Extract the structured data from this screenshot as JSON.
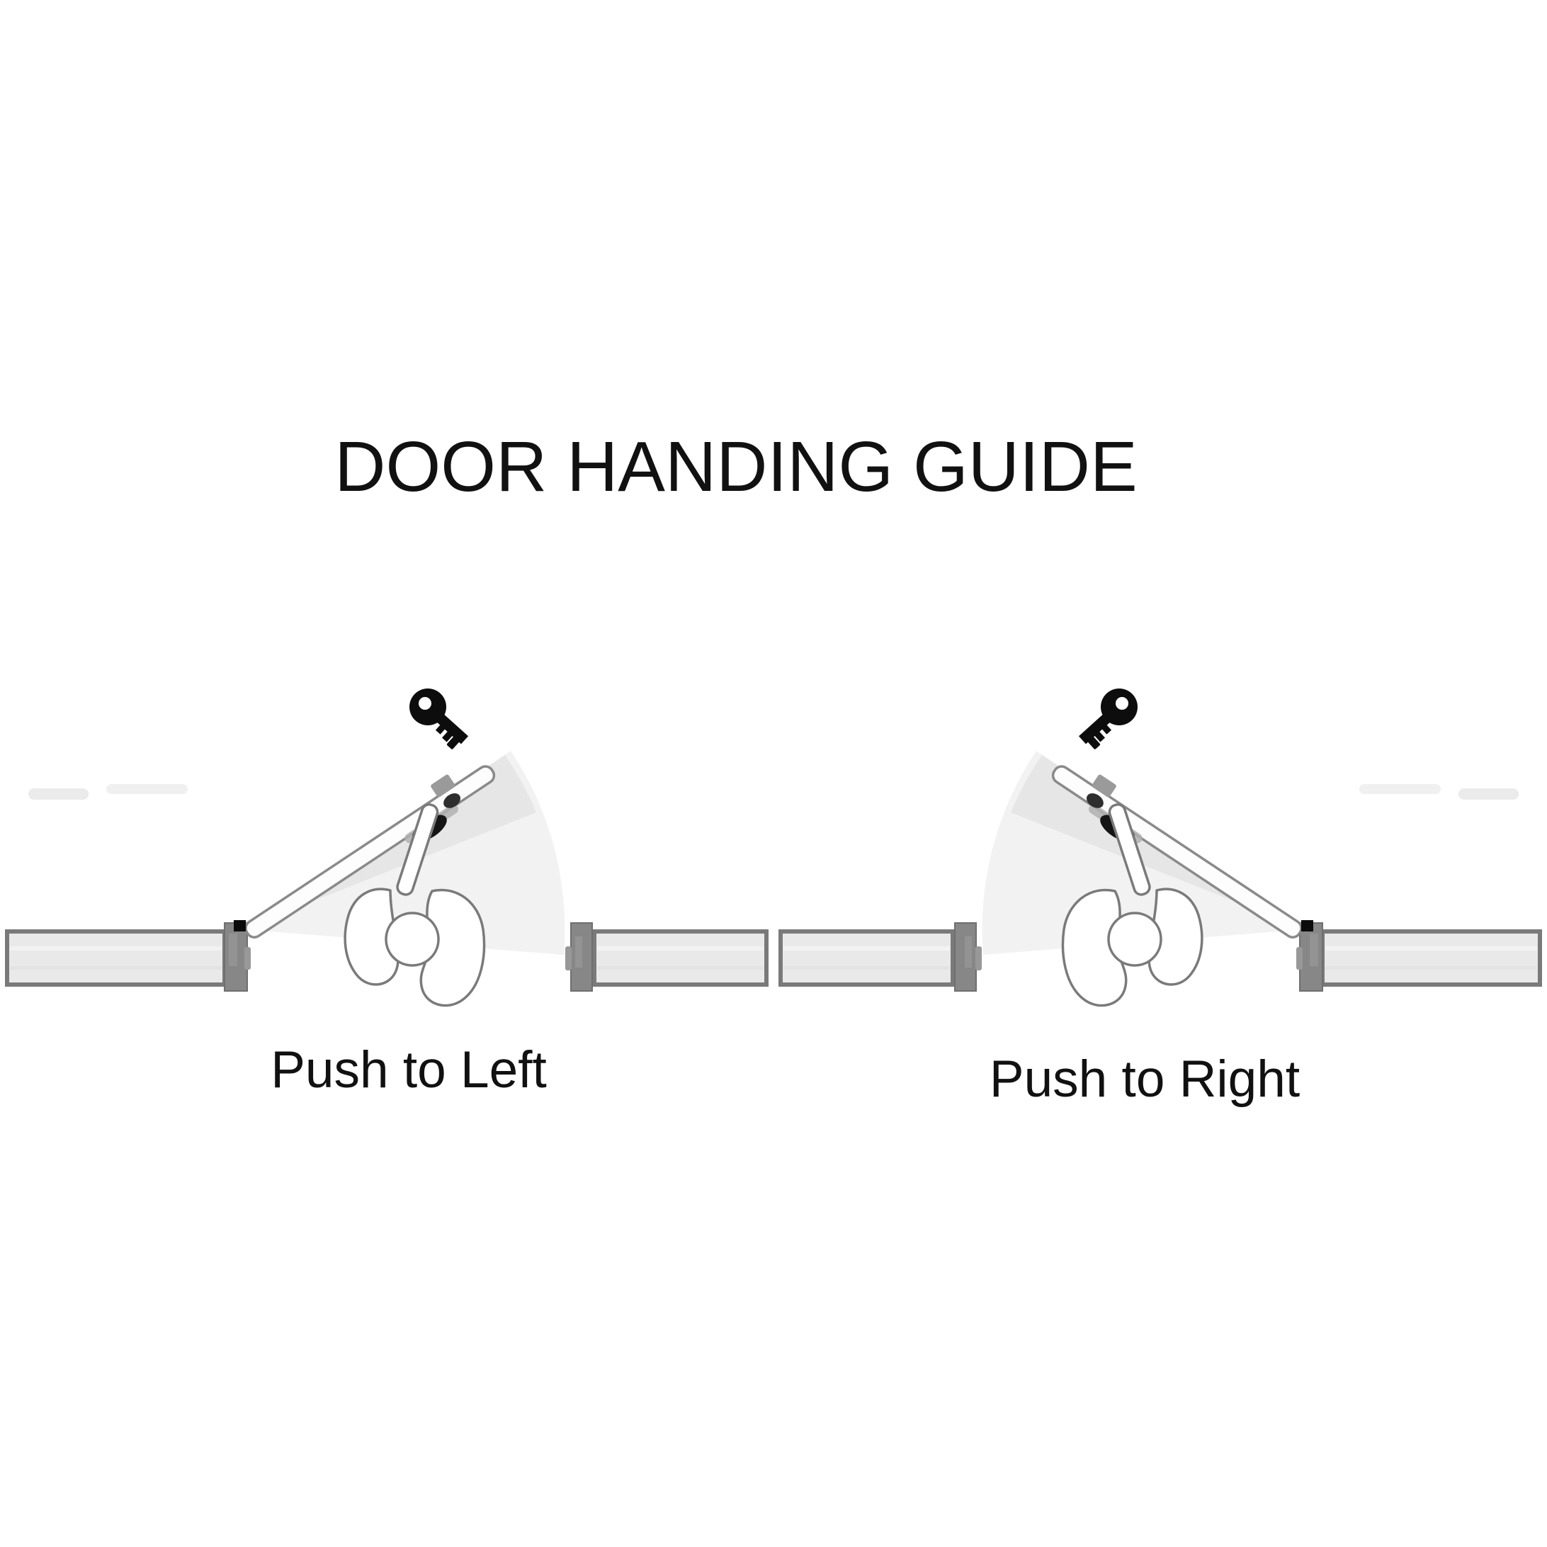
{
  "title": {
    "text": "DOOR HANDING GUIDE"
  },
  "diagrams": {
    "left": {
      "caption": "Push to Left",
      "key_icon": "key-icon",
      "figure": "person-top-view",
      "door": "door-leaf"
    },
    "right": {
      "caption": "Push to Right",
      "key_icon": "key-icon",
      "figure": "person-top-view",
      "door": "door-leaf"
    }
  },
  "colors": {
    "background": "#ffffff",
    "text": "#111111",
    "wall_fill": "#e9e9e9",
    "wall_border": "#7a7a7a",
    "door_jamb": "#878787",
    "jamb_bump": "#989898",
    "door_fill": "#fdfdfd",
    "door_outline": "#8a8a8a",
    "swing_shade": "#f2f2f2",
    "swing_trail": "#e6e6e6",
    "figure_outline": "#7a7a7a",
    "key_icon": "#0d0d0d",
    "hinge_pivot": "#0b0b0b"
  }
}
